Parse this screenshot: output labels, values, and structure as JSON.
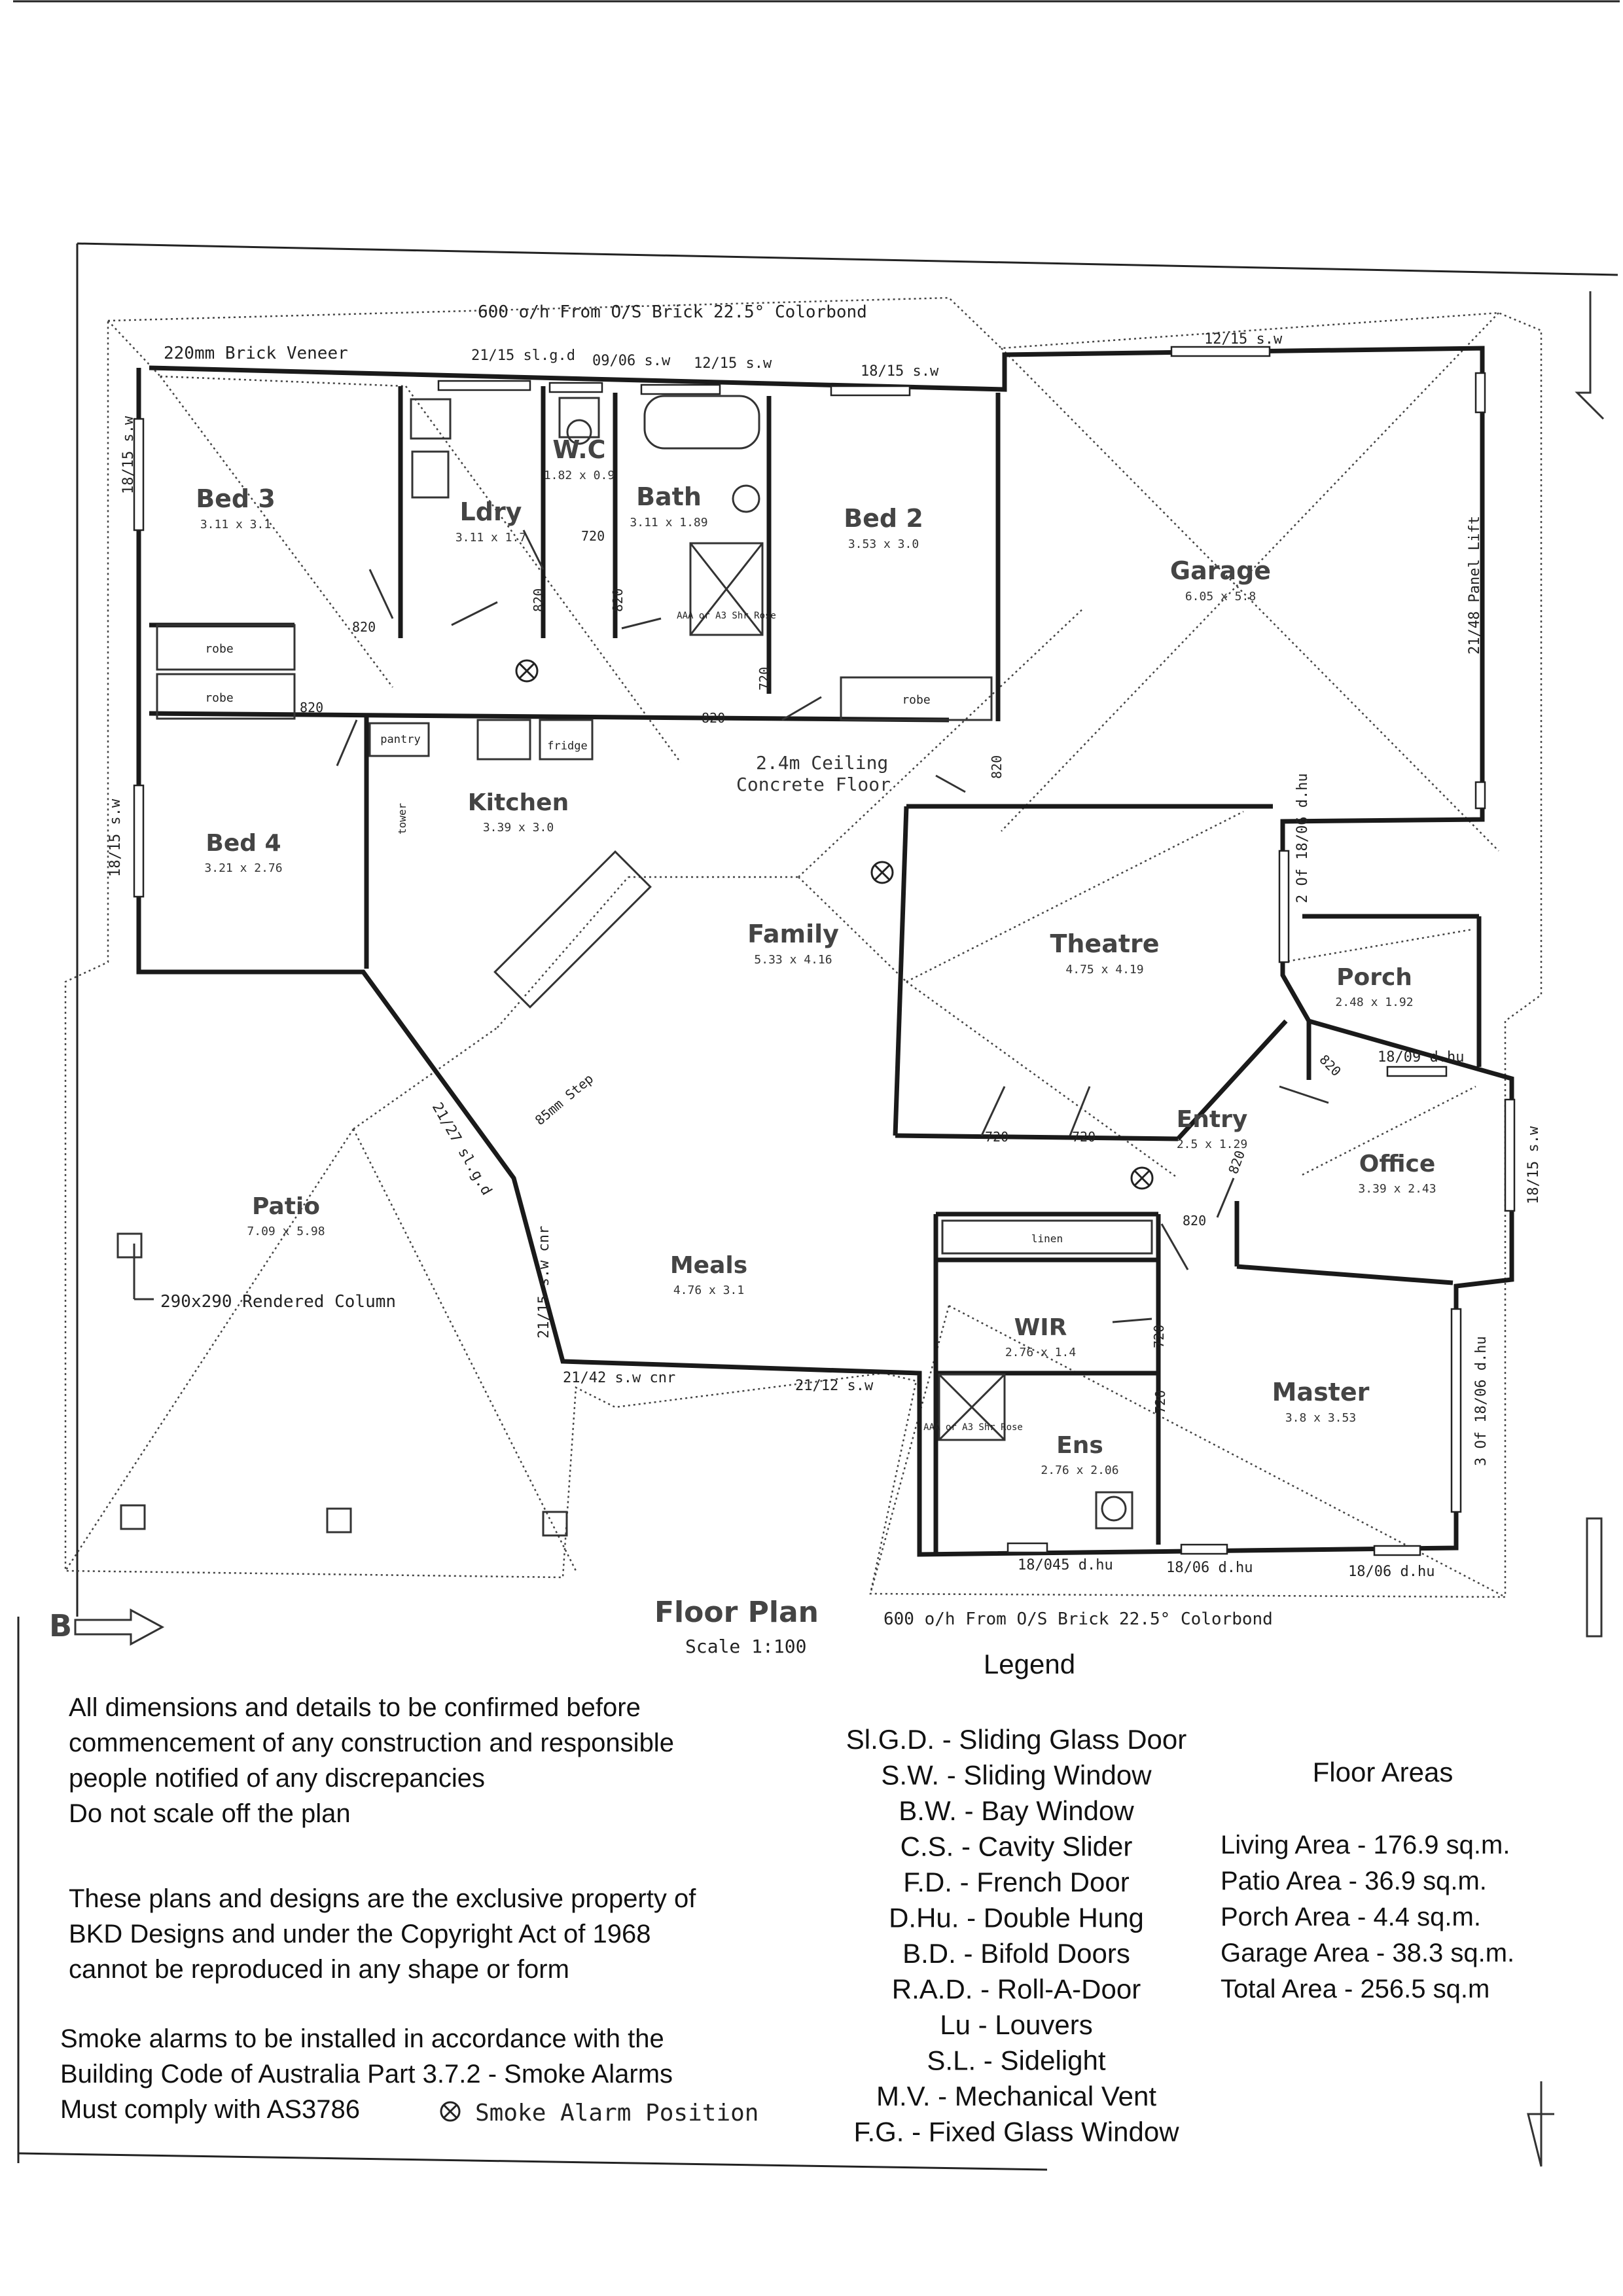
{
  "plan": {
    "top_eave_note": "600 o/h From O/S Brick 22.5° Colorbond",
    "bottom_eave_note": "600 o/h From O/S Brick 22.5° Colorbond",
    "brick_veneer": "220mm Brick Veneer",
    "ceiling_note_1": "2.4m Ceiling",
    "ceiling_note_2": "Concrete Floor",
    "column_note": "290x290 Rendered Column",
    "step_note": "85mm Step",
    "title": "Floor Plan",
    "scale": "Scale 1:100",
    "north_letter": "B"
  },
  "rooms": [
    {
      "name": "Bed 3",
      "dims": "3.11 x 3.1"
    },
    {
      "name": "Ldry",
      "dims": "3.11 x 1.7"
    },
    {
      "name": "W.C",
      "dims": "1.82 x 0.9"
    },
    {
      "name": "Bath",
      "dims": "3.11 x 1.89"
    },
    {
      "name": "Bed 2",
      "dims": "3.53 x 3.0"
    },
    {
      "name": "Garage",
      "dims": "6.05 x 5.8"
    },
    {
      "name": "Kitchen",
      "dims": "3.39 x 3.0"
    },
    {
      "name": "Bed 4",
      "dims": "3.21 x 2.76"
    },
    {
      "name": "Family",
      "dims": "5.33 x 4.16"
    },
    {
      "name": "Theatre",
      "dims": "4.75 x 4.19"
    },
    {
      "name": "Porch",
      "dims": "2.48 x 1.92"
    },
    {
      "name": "Entry",
      "dims": "2.5 x 1.29"
    },
    {
      "name": "Office",
      "dims": "3.39 x 2.43"
    },
    {
      "name": "Patio",
      "dims": "7.09 x 5.98"
    },
    {
      "name": "Meals",
      "dims": "4.76 x 3.1"
    },
    {
      "name": "WIR",
      "dims": "2.76 x 1.4"
    },
    {
      "name": "Ens",
      "dims": "2.76 x 2.06"
    },
    {
      "name": "Master",
      "dims": "3.8 x 3.53"
    }
  ],
  "fixtures": {
    "robe": "robe",
    "pantry": "pantry",
    "fridge": "fridge",
    "tower": "tower",
    "linen": "linen",
    "shower_rose": "AAA or A3 Shr Rose"
  },
  "openings": [
    "21/15 sl.g.d",
    "09/06 s.w",
    "12/15 s.w",
    "18/15 s.w",
    "12/15 s.w",
    "21/48 Panel Lift",
    "18/15 s.w",
    "18/15 s.w",
    "2 Of 18/06 d.hu",
    "18/09 d.hu",
    "18/15 s.w",
    "21/27 sl.g.d",
    "21/15 s.w cnr",
    "21/42 s.w cnr",
    "21/12 s.w",
    "3 Of 18/06 d.hu",
    "18/045 d.hu",
    "18/06 d.hu",
    "18/06 d.hu"
  ],
  "door_widths": [
    "820",
    "820",
    "820",
    "720",
    "820",
    "720",
    "820",
    "820",
    "720",
    "720",
    "820",
    "820",
    "820",
    "720",
    "720"
  ],
  "notes": {
    "disclaimer": [
      "All dimensions and details to be confirmed before",
      "commencement of any construction and responsible",
      "people notified of any discrepancies",
      "Do not scale off the plan"
    ],
    "copyright": [
      "These plans and designs are the exclusive property of",
      "BKD Designs and under the Copyright Act of 1968",
      "cannot be reproduced in any shape or form"
    ],
    "smoke": [
      "Smoke alarms to be installed in accordance with the",
      "Building Code of Australia Part 3.7.2 - Smoke Alarms",
      "Must comply with AS3786"
    ],
    "smoke_symbol_label": "Smoke Alarm Position"
  },
  "legend": {
    "title": "Legend",
    "items": [
      "Sl.G.D. - Sliding Glass Door",
      "S.W. - Sliding Window",
      "B.W. - Bay Window",
      "C.S. - Cavity Slider",
      "F.D. - French Door",
      "D.Hu. - Double Hung",
      "B.D. - Bifold Doors",
      "R.A.D. - Roll-A-Door",
      "Lu - Louvers",
      "S.L. - Sidelight",
      "M.V. - Mechanical Vent",
      "F.G. - Fixed Glass Window"
    ]
  },
  "floor_areas": {
    "title": "Floor Areas",
    "items": [
      "Living Area - 176.9 sq.m.",
      "Patio Area - 36.9 sq.m.",
      "Porch Area - 4.4 sq.m.",
      "Garage Area - 38.3 sq.m.",
      "Total Area - 256.5 sq.m"
    ]
  }
}
